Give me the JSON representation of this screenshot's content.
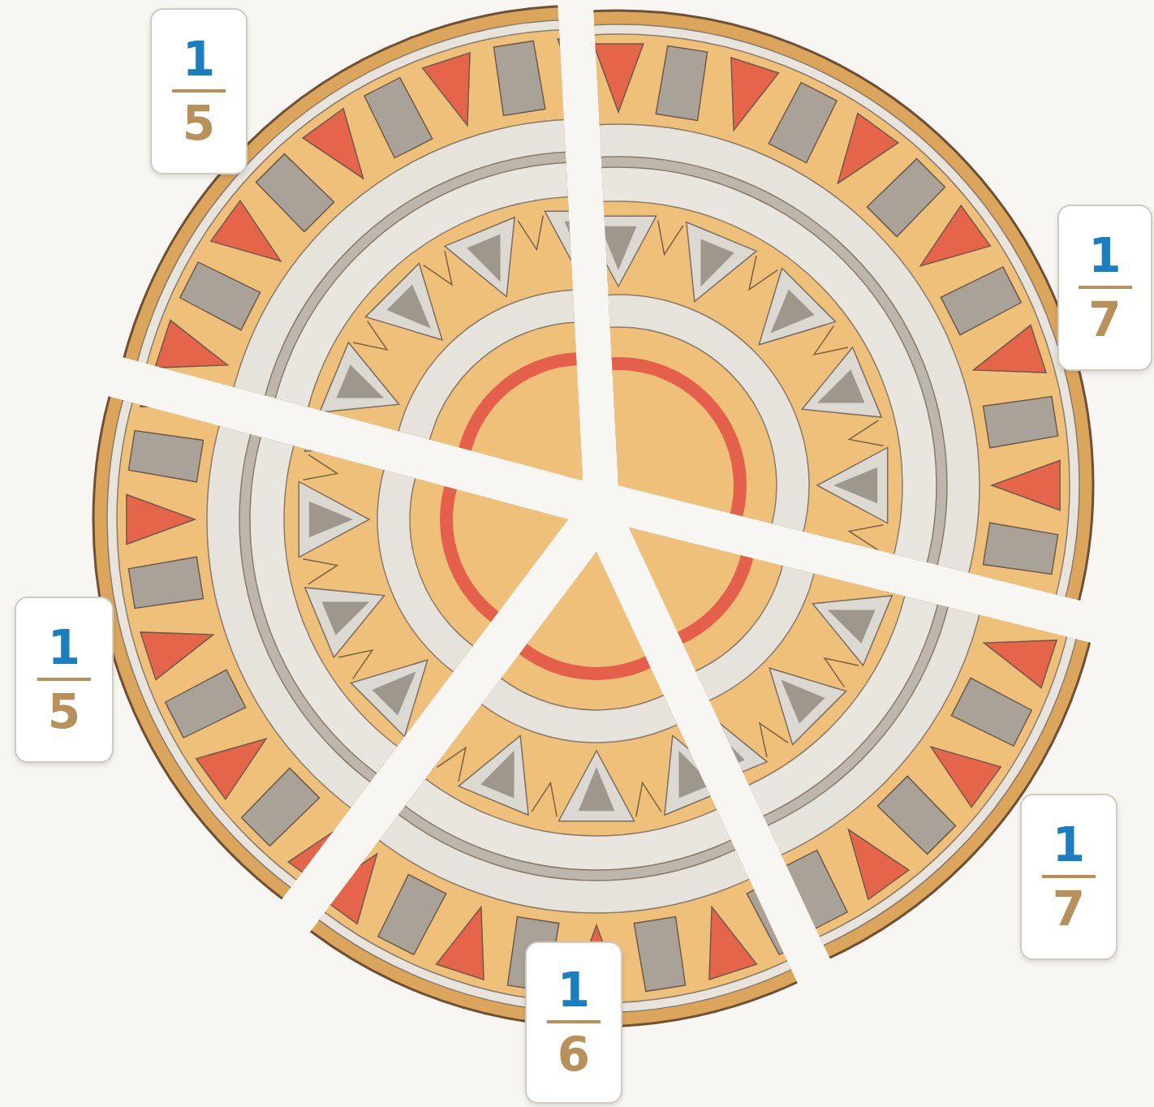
{
  "diagram": {
    "nodes": [
      {
        "text": [
          "1",
          "5"
        ]
      },
      {
        "text": [
          "1",
          "7"
        ]
      },
      {
        "text": [
          "1",
          "5"
        ]
      },
      {
        "text": [
          "1",
          "7"
        ]
      },
      {
        "text": [
          "1",
          "6"
        ]
      }
    ]
  }
}
